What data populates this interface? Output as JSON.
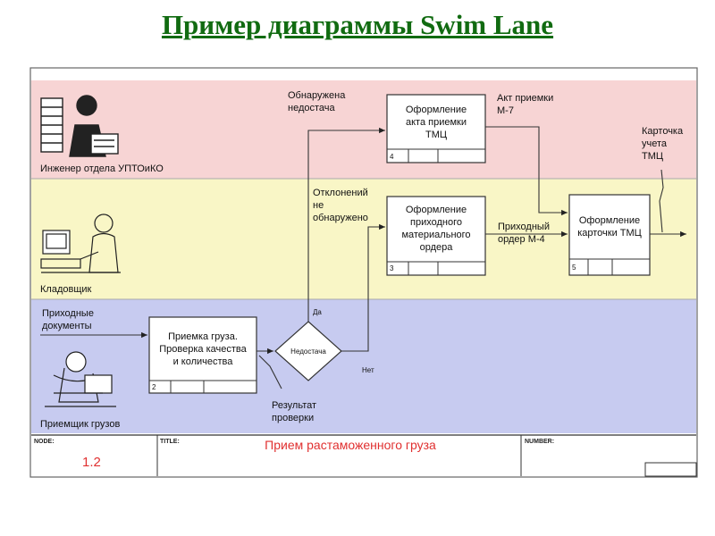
{
  "title": "Пример диаграммы Swim Lane",
  "lanes": [
    {
      "label": "Инженер отдела УПТОиКО",
      "color": "#f7d4d4"
    },
    {
      "label": "Кладовщик",
      "color": "#f9f6c6"
    },
    {
      "label": "Приемщик грузов",
      "color": "#c7cbf0"
    }
  ],
  "boxes": [
    {
      "lines": [
        "Приемка груза.",
        "Проверка качества",
        "и количества"
      ],
      "number": "2"
    },
    {
      "lines": [
        "Оформление",
        "приходного",
        "материального",
        "ордера"
      ],
      "number": "3"
    },
    {
      "lines": [
        "Оформление",
        "акта приемки",
        "ТМЦ"
      ],
      "number": "4"
    },
    {
      "lines": [
        "Оформление",
        "карточки ТМЦ"
      ],
      "number": "5"
    }
  ],
  "decision": {
    "label": "Недостача",
    "yes": "Да",
    "no": "Нет"
  },
  "annotations": {
    "input_docs": [
      "Приходные",
      "документы"
    ],
    "result": [
      "Результат",
      "проверки"
    ],
    "shortage_found": [
      "Обнаружена",
      "недостача"
    ],
    "no_deviations": [
      "Отклонений",
      "не",
      "обнаружено"
    ],
    "acceptance_act": [
      "Акт приемки",
      "М-7"
    ],
    "receipt_order": [
      "Приходный",
      "ордер М-4"
    ],
    "inventory_card": [
      "Карточка",
      "учета",
      "ТМЦ"
    ]
  },
  "footer": {
    "node_label": "NODE:",
    "node_value": "1.2",
    "title_label": "TITLE:",
    "title_value": "Прием растаможенного груза",
    "number_label": "NUMBER:"
  },
  "colors": {
    "title": "#116b11",
    "footer_text": "#e03030",
    "line": "#333333"
  }
}
